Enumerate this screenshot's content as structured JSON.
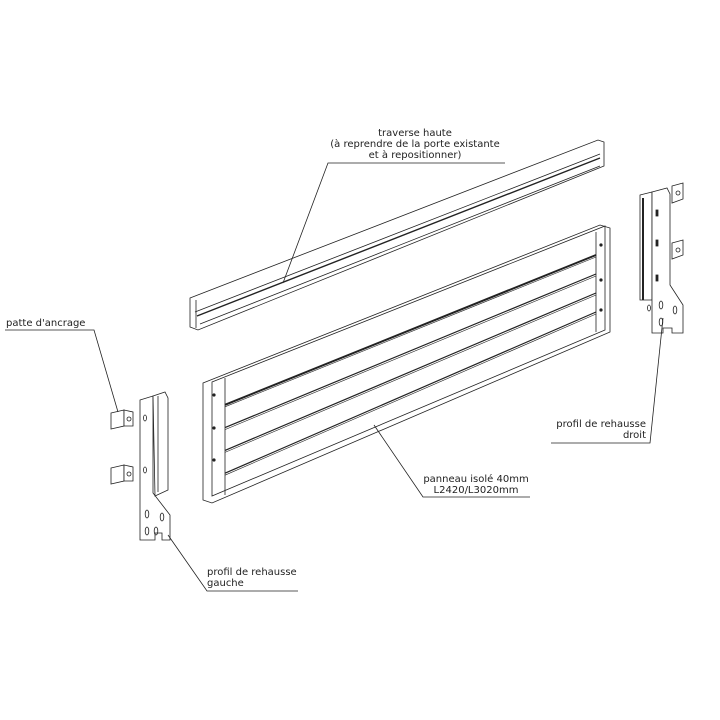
{
  "labels": {
    "traverse": [
      "traverse haute",
      "(à reprendre de la porte existante",
      "et à repositionner)"
    ],
    "panel": [
      "panneau isolé 40mm",
      "L2420/L3020mm"
    ],
    "right_profile": [
      "profil de rehausse",
      "droit"
    ],
    "anchor": "patte d'ancrage",
    "left_profile": [
      "profil de rehausse",
      "gauche"
    ]
  },
  "colors": {
    "line": "#222222",
    "background": "#ffffff"
  }
}
